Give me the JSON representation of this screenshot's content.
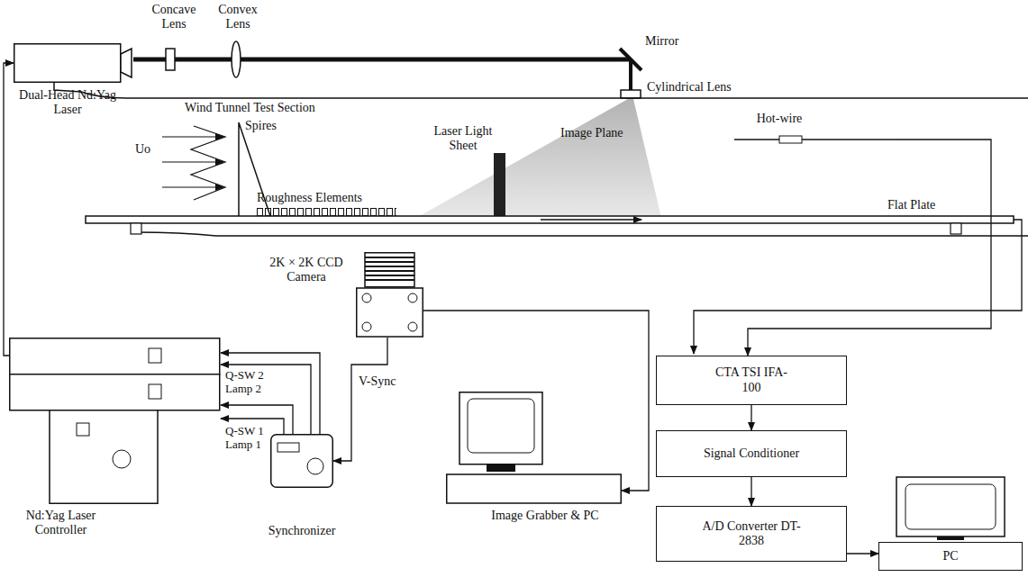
{
  "diagram": {
    "nodes": [
      {
        "text": [
          "Dual-Head Nd:Yag Laser"
        ]
      },
      {
        "text": [
          "Nd:Yag Laser Controller"
        ]
      },
      {
        "text": [
          "Synchronizer"
        ]
      },
      {
        "text": [
          "2K × 2K CCD Camera"
        ]
      },
      {
        "text": [
          "Image Grabber & PC"
        ]
      },
      {
        "text": [
          "Hot-wire"
        ]
      },
      {
        "text": [
          "CTA TSI IFA-100"
        ]
      },
      {
        "text": [
          "Signal Conditioner"
        ]
      },
      {
        "text": [
          "A/D Converter DT-2838"
        ]
      },
      {
        "text": [
          "PC"
        ]
      }
    ],
    "edges": [
      {
        "from": 1,
        "to": 0,
        "arrow": "to"
      },
      {
        "from": 2,
        "to": 1,
        "arrow": "to"
      },
      {
        "from": 2,
        "to": 1,
        "arrow": "to"
      },
      {
        "from": 2,
        "to": 1,
        "arrow": "to"
      },
      {
        "from": 2,
        "to": 1,
        "arrow": "to"
      },
      {
        "from": 3,
        "to": 2,
        "label": "V-Sync",
        "arrow": "to"
      },
      {
        "from": 3,
        "to": 4,
        "arrow": "to"
      },
      {
        "from": 5,
        "to": 6,
        "arrow": "to"
      },
      {
        "from": 6,
        "to": 7,
        "arrow": "to"
      },
      {
        "from": 7,
        "to": 8,
        "arrow": "to"
      },
      {
        "from": 8,
        "to": 9,
        "arrow": "to"
      }
    ],
    "labels": [
      "Concave Lens",
      "Convex Lens",
      "Mirror",
      "Cylindrical Lens",
      "Wind Tunnel Test Section",
      "Spires",
      "Uo",
      "Laser Light Sheet",
      "Image Plane",
      "Roughness Elements",
      "Flat Plate",
      "Q-SW 2",
      "Lamp 2",
      "Q-SW 1",
      "Lamp 1"
    ]
  }
}
